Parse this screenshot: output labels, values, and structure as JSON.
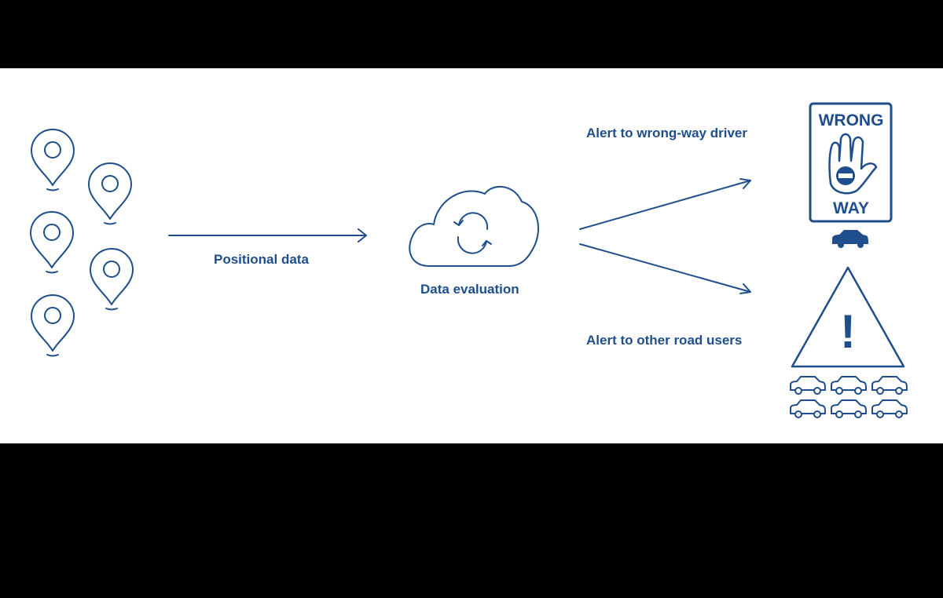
{
  "colors": {
    "primary": "#1f4e8c",
    "background": "#ffffff",
    "letterbox": "#000000"
  },
  "labels": {
    "positional_data": "Positional data",
    "data_evaluation": "Data evaluation",
    "alert_wrong_way": "Alert to wrong-way driver",
    "alert_others": "Alert to other road users"
  },
  "sign": {
    "line1": "WRONG",
    "line2": "WAY"
  },
  "warning": {
    "symbol": "!"
  },
  "icons": [
    "map-pin-icon",
    "arrow-right-icon",
    "cloud-sync-icon",
    "wrong-way-sign-icon",
    "car-icon",
    "warning-triangle-icon"
  ]
}
